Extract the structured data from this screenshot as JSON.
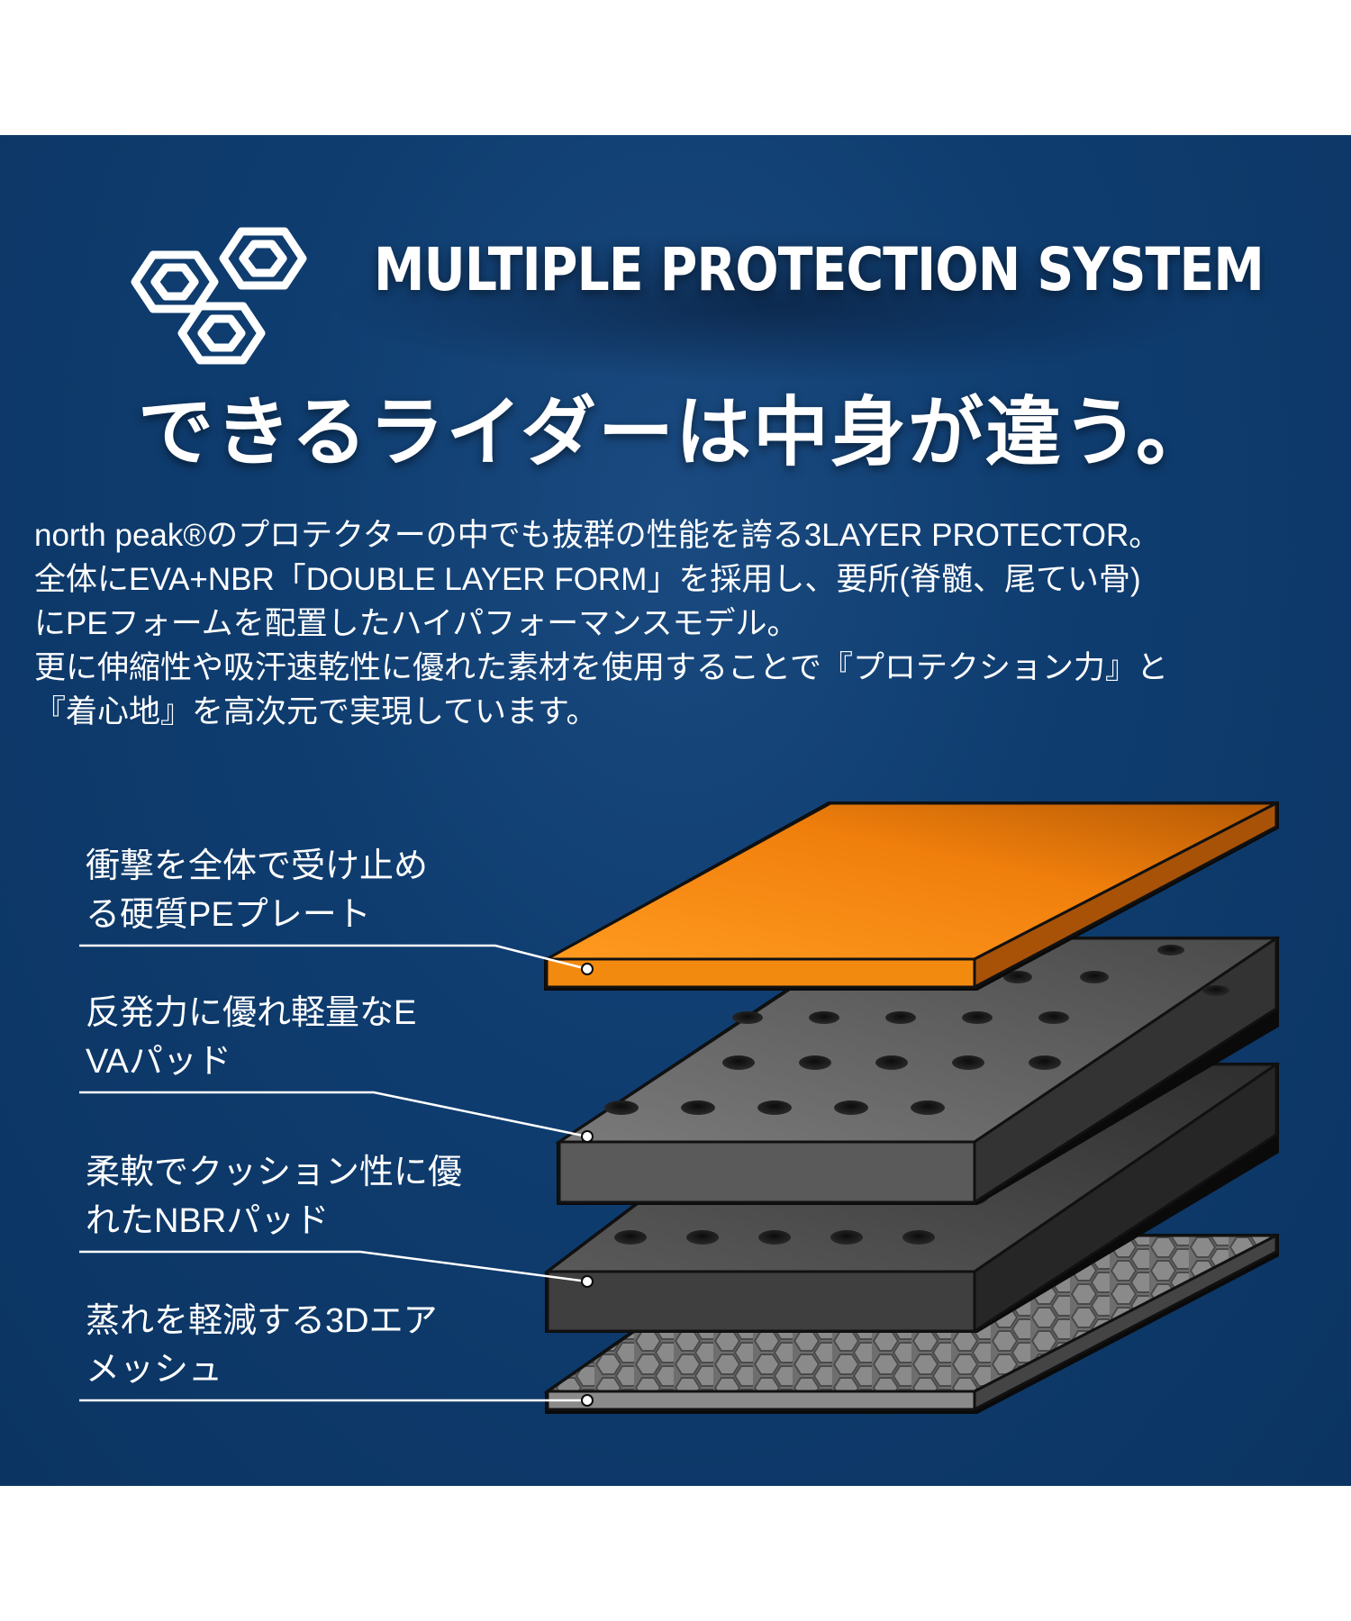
{
  "header": {
    "title": "MULTIPLE PROTECTION SYSTEM",
    "logo_icon": "hexagon-cluster-icon"
  },
  "headline": "できるライダーは中身が違う。",
  "description": {
    "lines": [
      "north peak®のプロテクターの中でも抜群の性能を誇る3LAYER PROTECTOR。",
      "全体にEVA+NBR「DOUBLE LAYER FORM」を採用し、要所(脊髄、尾てい骨)",
      "にPEフォームを配置したハイパフォーマンスモデル。",
      "更に伸縮性や吸汗速乾性に優れた素材を使用することで『プロテクション力』と",
      "『着心地』を高次元で実現しています。"
    ]
  },
  "layers": [
    {
      "lines": [
        "衝撃を全体で受け止め",
        "る硬質PEプレート"
      ],
      "color": "#f08a12"
    },
    {
      "lines": [
        "反発力に優れ軽量なE",
        "VAパッド"
      ],
      "color": "#6a6a6a"
    },
    {
      "lines": [
        "柔軟でクッション性に優",
        "れたNBRパッド"
      ],
      "color": "#454545"
    },
    {
      "lines": [
        "蒸れを軽減する3Dエア",
        "メッシュ"
      ],
      "color": "#7a7a7a"
    }
  ],
  "colors": {
    "panel_bg": "#0f3d70",
    "accent_orange": "#f08a12",
    "text": "#ffffff"
  }
}
